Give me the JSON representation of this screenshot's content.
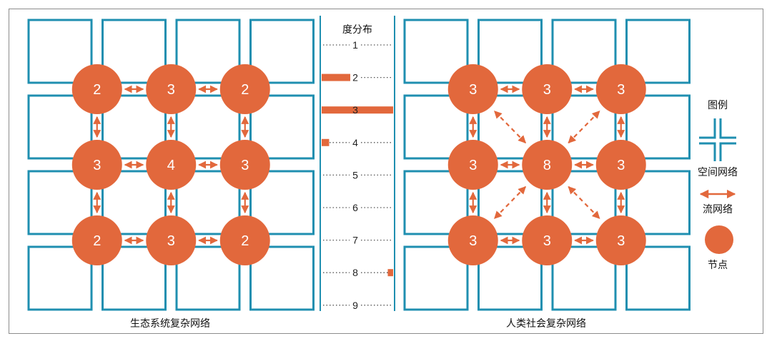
{
  "colors": {
    "grid": "#1f8fb0",
    "node": "#e2683c",
    "arrow": "#e2683c",
    "text": "#222222"
  },
  "left_network": {
    "caption": "生态系统复杂网络",
    "node_degrees": [
      [
        "2",
        "3",
        "2"
      ],
      [
        "3",
        "4",
        "3"
      ],
      [
        "2",
        "3",
        "2"
      ]
    ]
  },
  "right_network": {
    "caption": "人类社会复杂网络",
    "node_degrees": [
      [
        "3",
        "3",
        "3"
      ],
      [
        "3",
        "8",
        "3"
      ],
      [
        "3",
        "3",
        "3"
      ]
    ]
  },
  "chart_data": {
    "type": "bar",
    "title": "度分布",
    "categories": [
      "1",
      "2",
      "3",
      "4",
      "5",
      "6",
      "7",
      "8",
      "9"
    ],
    "series": [
      {
        "name": "生态系统复杂网络",
        "values": [
          0,
          4,
          4,
          1,
          0,
          0,
          0,
          0,
          0
        ]
      },
      {
        "name": "人类社会复杂网络",
        "values": [
          0,
          0,
          8,
          0,
          0,
          0,
          0,
          1,
          0
        ]
      }
    ]
  },
  "legend": {
    "title": "图例",
    "spatial": "空间网络",
    "flow": "流网络",
    "node": "节点"
  }
}
